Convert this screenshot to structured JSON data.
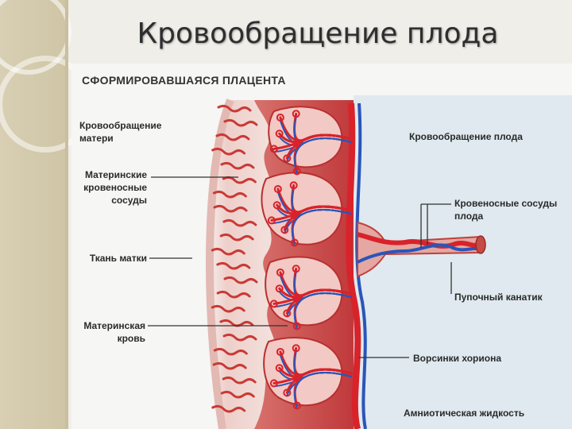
{
  "title": "Кровообращение плода",
  "header": "СФОРМИРОВАВШАЯСЯ ПЛАЦЕНТА",
  "labels": {
    "maternal_circulation": [
      "Кровообращение",
      "матери"
    ],
    "maternal_vessels": [
      "Материнские",
      "кровеносные",
      "сосуды"
    ],
    "uterine_tissue": "Ткань матки",
    "maternal_blood": [
      "Материнская",
      "кровь"
    ],
    "fetal_circulation": "Кровообращение плода",
    "fetal_vessels": [
      "Кровеносные сосуды",
      "плода"
    ],
    "umbilical_cord": "Пупочный канатик",
    "chorionic_villi": "Ворсинки хориона",
    "amniotic_fluid": "Амниотическая жидкость"
  },
  "colors": {
    "artery": "#d8232a",
    "vein": "#2a55b8",
    "tissue": "#c9413f",
    "amniotic": "#dfe9ef"
  }
}
